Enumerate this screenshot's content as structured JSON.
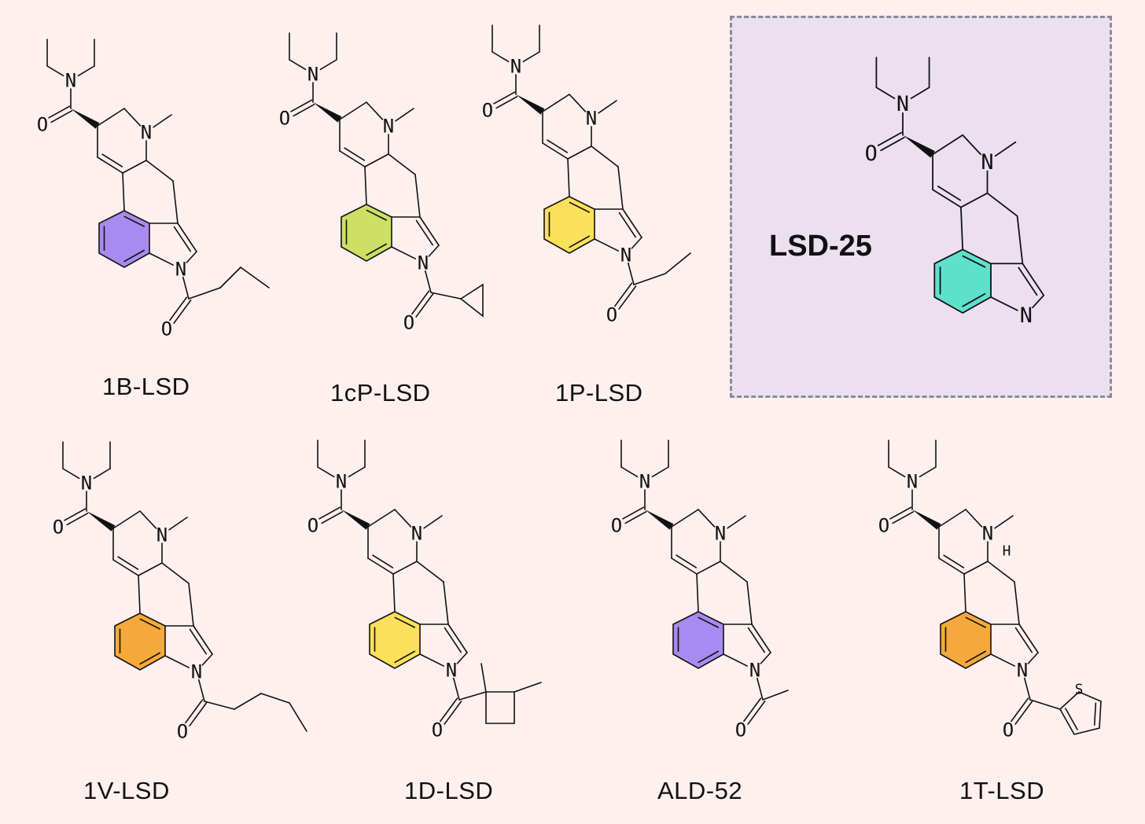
{
  "featured": {
    "name": "LSD-25",
    "ring_color": "#5ee1cc"
  },
  "molecules": [
    {
      "name": "1B-LSD",
      "ring_color": "#a78bf0",
      "substituent": "butanoyl"
    },
    {
      "name": "1cP-LSD",
      "ring_color": "#cde063",
      "substituent": "cyclopropanoyl"
    },
    {
      "name": "1P-LSD",
      "ring_color": "#fde05a",
      "substituent": "propanoyl"
    },
    {
      "name": "1V-LSD",
      "ring_color": "#f6a93b",
      "substituent": "valeryl"
    },
    {
      "name": "1D-LSD",
      "ring_color": "#fde05a",
      "substituent": "dimethylcyclobutanoyl"
    },
    {
      "name": "ALD-52",
      "ring_color": "#a78bf0",
      "substituent": "acetyl"
    },
    {
      "name": "1T-LSD",
      "ring_color": "#f6a93b",
      "substituent": "thiophenoyl"
    }
  ],
  "atom_labels": {
    "nitrogen": "N",
    "oxygen": "O",
    "sulfur": "S",
    "hydrogen": "H"
  }
}
